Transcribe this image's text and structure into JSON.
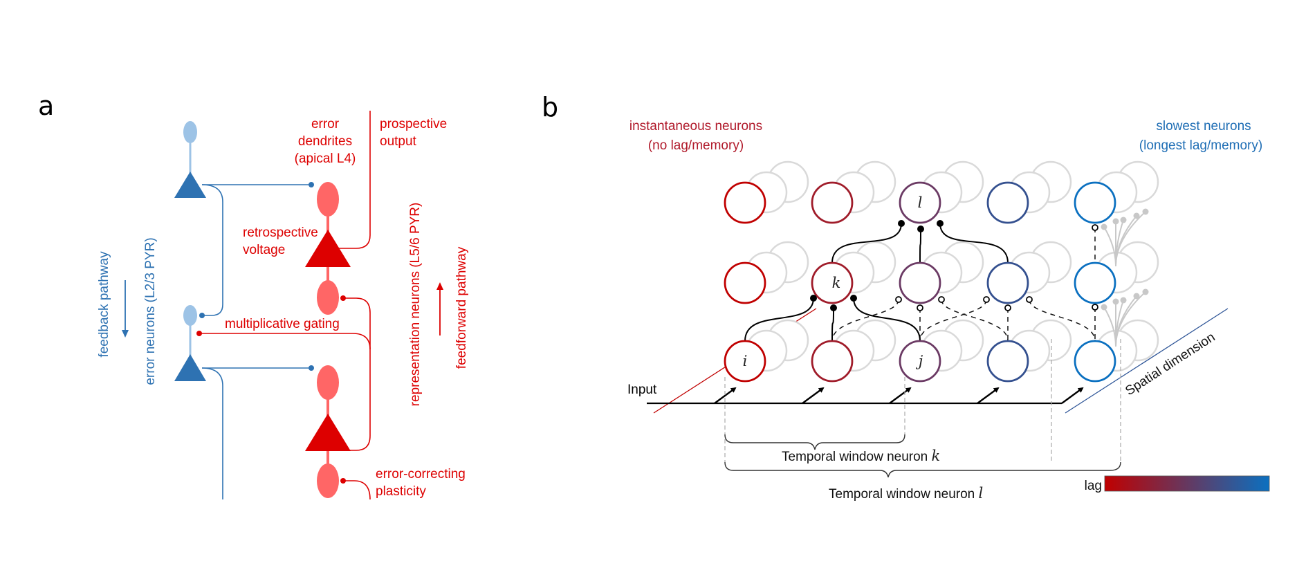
{
  "colors": {
    "blue_dark": "#2e72b2",
    "blue_light": "#9dc3e6",
    "red_dark": "#dd0000",
    "red_light": "#ff6666",
    "ghost": "#d9d9d9",
    "lag_start": "#c00000",
    "lag_end": "#0b70c0"
  },
  "panel_a": {
    "label": "a",
    "texts": {
      "error_dendrites": [
        "error",
        "dendrites",
        "(apical L4)"
      ],
      "prospective_output": [
        "prospective",
        "output"
      ],
      "retrospective_voltage": [
        "retrospective",
        "voltage"
      ],
      "multiplicative_gating": "multiplicative gating",
      "error_correcting_plasticity": [
        "error-correcting",
        "plasticity"
      ],
      "representation_neurons": "representation neurons (L5/6 PYR)",
      "feedforward_pathway": "feedforward pathway",
      "feedback_pathway": "feedback pathway",
      "error_neurons": "error neurons (L2/3 PYR)"
    }
  },
  "panel_b": {
    "label": "b",
    "instantaneous_title": "instantaneous neurons",
    "instantaneous_sub": "(no lag/memory)",
    "slowest_title": "slowest neurons",
    "slowest_sub": "(longest lag/memory)",
    "input_label": "Input",
    "spatial_label": "Spatial dimension",
    "temporal_k_label": "Temporal window neuron",
    "temporal_k_var": "k",
    "temporal_l_label": "Temporal window neuron",
    "temporal_l_var": "l",
    "lag_label": "lag",
    "column_colors": [
      "#c00000",
      "#a01c2a",
      "#6b3a64",
      "#34508f",
      "#0b70c0"
    ],
    "neuron_labels": {
      "top_col3": "l",
      "mid_col2": "k",
      "bot_col1": "i",
      "bot_col3": "j"
    }
  }
}
